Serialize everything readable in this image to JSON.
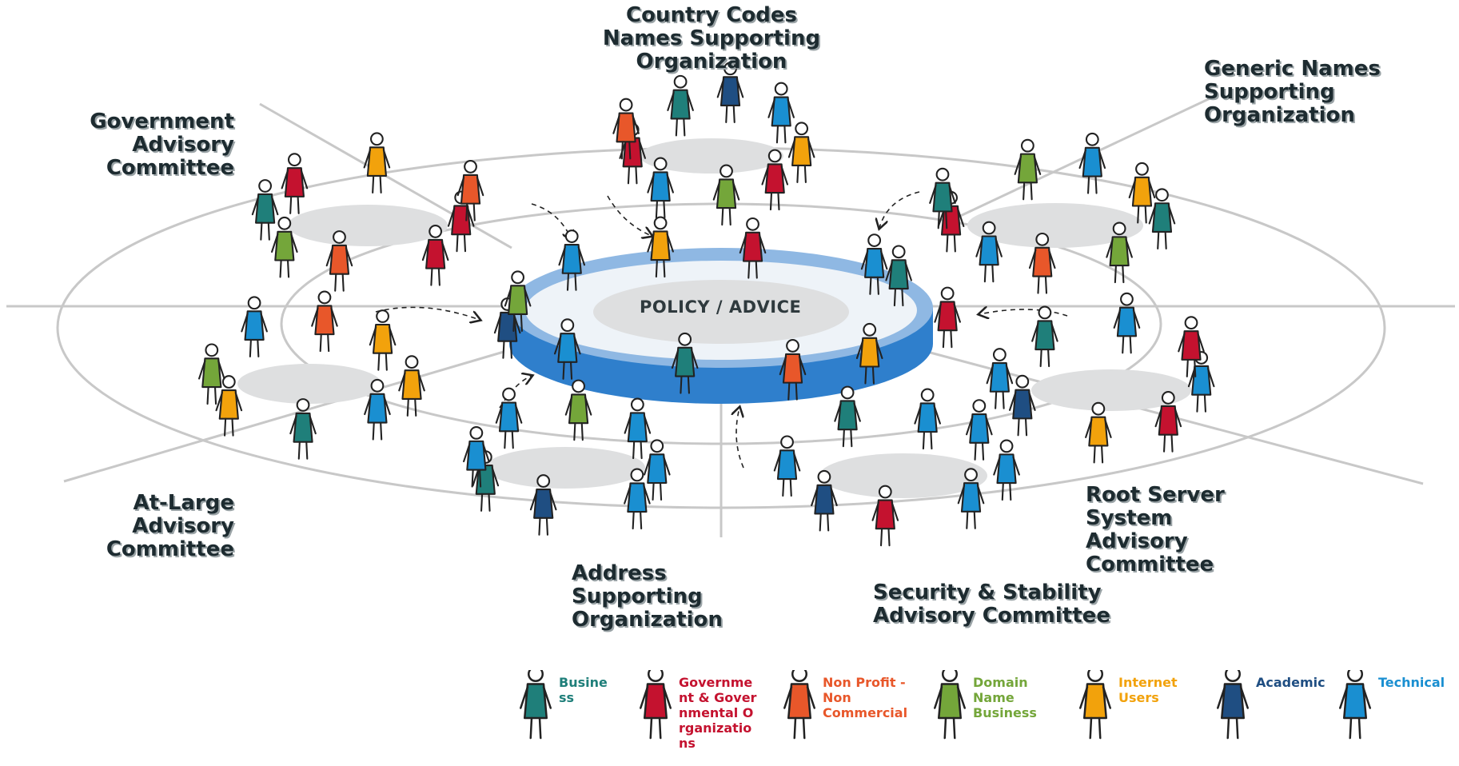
{
  "hub": {
    "label": "POLICY / ADVICE"
  },
  "groups": [
    {
      "id": "ccnso",
      "label": "Country Codes\nNames Supporting\nOrganization"
    },
    {
      "id": "gnso",
      "label": "Generic Names\nSupporting\nOrganization"
    },
    {
      "id": "gac",
      "label": "Government\nAdvisory\nCommittee"
    },
    {
      "id": "alac",
      "label": "At-Large\nAdvisory\nCommittee"
    },
    {
      "id": "aso",
      "label": "Address\nSupporting\nOrganization"
    },
    {
      "id": "ssac",
      "label": "Security & Stability\nAdvisory Committee"
    },
    {
      "id": "rssac",
      "label": "Root Server\nSystem\nAdvisory\nCommittee"
    }
  ],
  "legend": [
    {
      "label": "Business",
      "color": "#1f7f7a"
    },
    {
      "label": "Government & Governmental Organizations",
      "color": "#c4122f"
    },
    {
      "label": "Non Profit - Non Commercial",
      "color": "#e8572a"
    },
    {
      "label": "Domain Name Business",
      "color": "#74a63a"
    },
    {
      "label": "Internet Users",
      "color": "#f2a20c"
    },
    {
      "label": "Academic",
      "color": "#1f4e82"
    },
    {
      "label": "Technical",
      "color": "#1a8fd1"
    }
  ],
  "palette": {
    "business": "#1f7f7a",
    "government": "#c4122f",
    "nonprofit": "#e8572a",
    "domain": "#74a63a",
    "users": "#f2a20c",
    "academic": "#1f4e82",
    "technical": "#1a8fd1",
    "ring_top": "#8fb8e3",
    "ring_side": "#2f7fcc",
    "table": "#dedfe0"
  }
}
